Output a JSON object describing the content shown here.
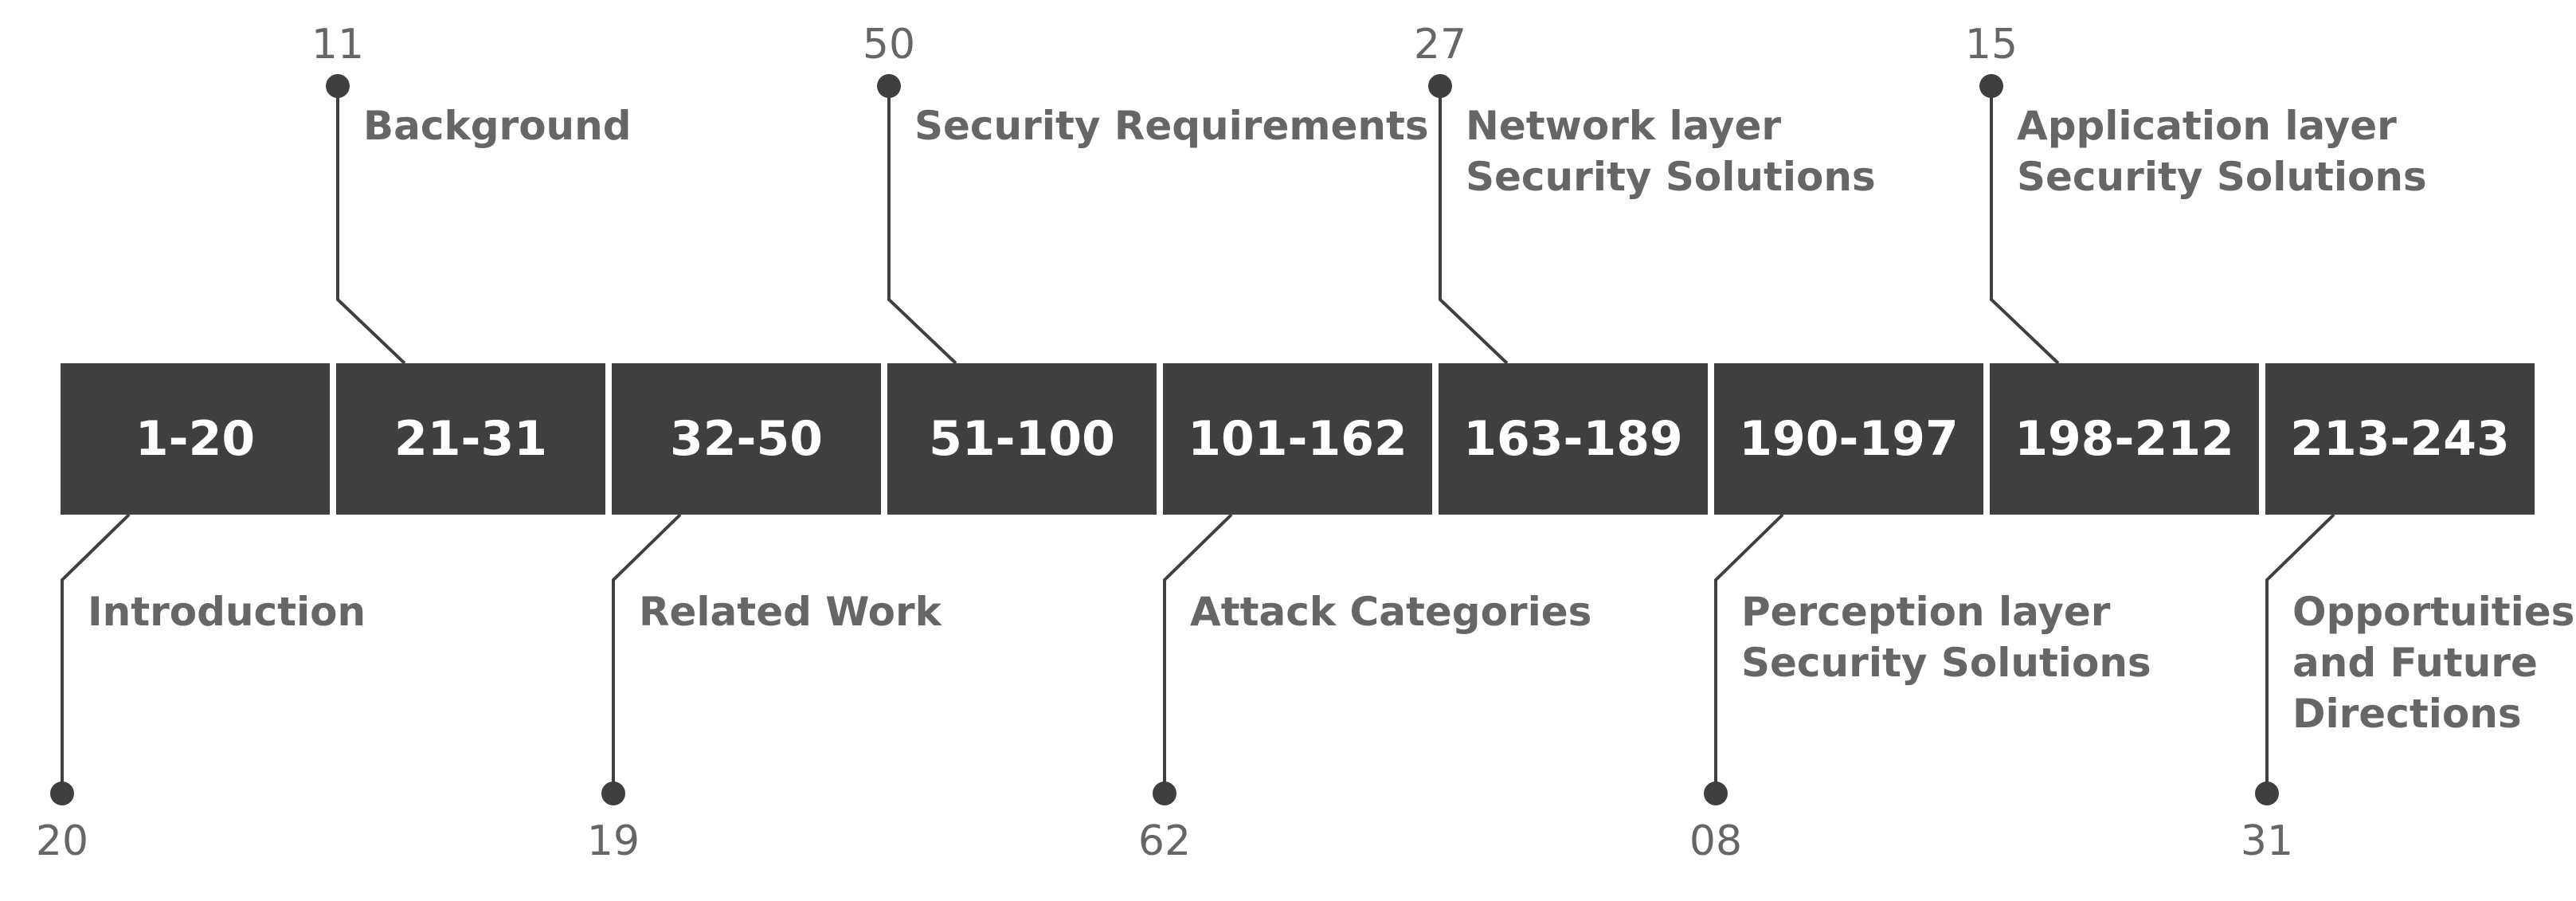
{
  "timeline": {
    "segments": [
      {
        "range": "1-20",
        "label": "Introduction",
        "count": "20",
        "side": "bottom"
      },
      {
        "range": "21-31",
        "label": "Background",
        "count": "11",
        "side": "top"
      },
      {
        "range": "32-50",
        "label": "Related Work",
        "count": "19",
        "side": "bottom"
      },
      {
        "range": "51-100",
        "label": "Security Requirements",
        "count": "50",
        "side": "top"
      },
      {
        "range": "101-162",
        "label": "Attack Categories",
        "count": "62",
        "side": "bottom"
      },
      {
        "range": "163-189",
        "label": "Network layer\nSecurity Solutions",
        "count": "27",
        "side": "top"
      },
      {
        "range": "190-197",
        "label": "Perception layer\nSecurity Solutions",
        "count": "08",
        "side": "bottom"
      },
      {
        "range": "198-212",
        "label": "Application layer\nSecurity Solutions",
        "count": "15",
        "side": "top"
      },
      {
        "range": "213-243",
        "label": "Opportuities\n and Future\nDirections",
        "count": "31",
        "side": "bottom"
      }
    ]
  },
  "colors": {
    "bar": "#3f3f3f",
    "text": "#666666",
    "line": "#3f3f3f"
  }
}
